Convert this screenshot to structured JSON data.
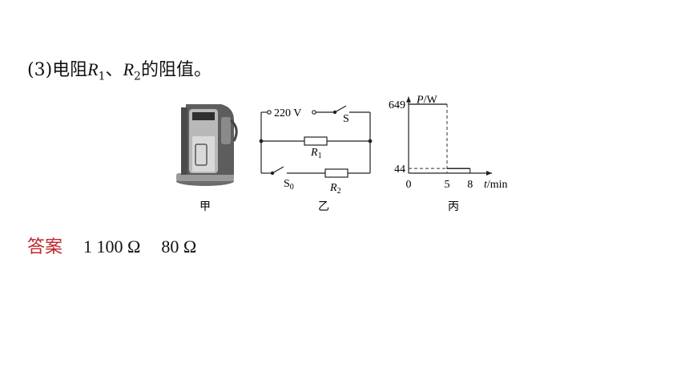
{
  "question": {
    "prefix": "(3)电阻",
    "r1_letter": "R",
    "r1_sub": "1",
    "sep": "、",
    "r2_letter": "R",
    "r2_sub": "2",
    "suffix": "的阻值。"
  },
  "figure": {
    "panel_a_label": "甲",
    "panel_b_label": "乙",
    "panel_c_label": "丙",
    "circuit": {
      "voltage": "220 V",
      "switch_s": "S",
      "r1_letter": "R",
      "r1_sub": "1",
      "switch_s0": "S",
      "switch_s0_sub": "0",
      "r2_letter": "R",
      "r2_sub": "2"
    }
  },
  "chart_data": {
    "type": "line",
    "ylabel_var": "P",
    "ylabel_unit": "/W",
    "xlabel_var": "t",
    "xlabel_unit": "/min",
    "origin_label": "0",
    "xlim": [
      0,
      10
    ],
    "ylim": [
      0,
      720
    ],
    "x_ticks": [
      5,
      8
    ],
    "y_ticks": [
      44,
      649
    ],
    "series": [
      {
        "values": [
          [
            0,
            649
          ],
          [
            5,
            649
          ],
          [
            5,
            44
          ],
          [
            8,
            44
          ]
        ]
      }
    ]
  },
  "answer": {
    "label": "答案",
    "value1": "1 100 Ω",
    "value2": "80 Ω"
  }
}
